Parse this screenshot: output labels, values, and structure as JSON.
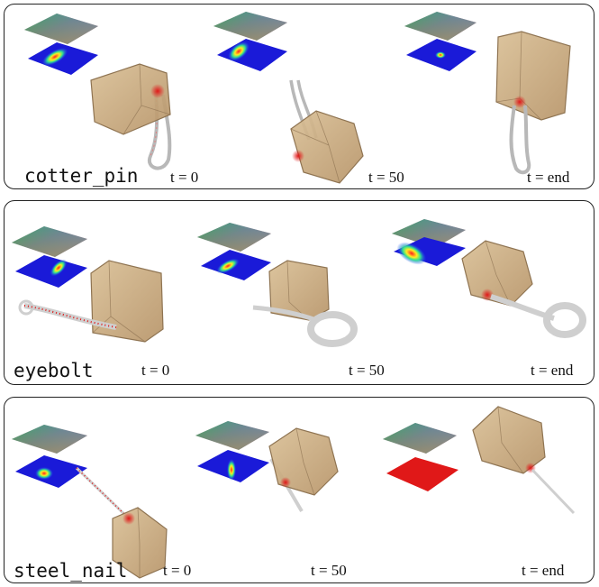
{
  "rows": [
    {
      "name": "cotter_pin",
      "times": [
        "t = 0",
        "t = 50",
        "t = end"
      ]
    },
    {
      "name": "eyebolt",
      "times": [
        "t = 0",
        "t = 50",
        "t = end"
      ]
    },
    {
      "name": "steel_nail",
      "times": [
        "t = 0",
        "t = 50",
        "t = end"
      ]
    }
  ],
  "colors": {
    "box_fill": "#c8a878",
    "box_stroke": "#8f7452",
    "heatmap_base": "#1a1ad8",
    "contact_red": "#e01818",
    "object_gray": "#cfcfcf"
  }
}
